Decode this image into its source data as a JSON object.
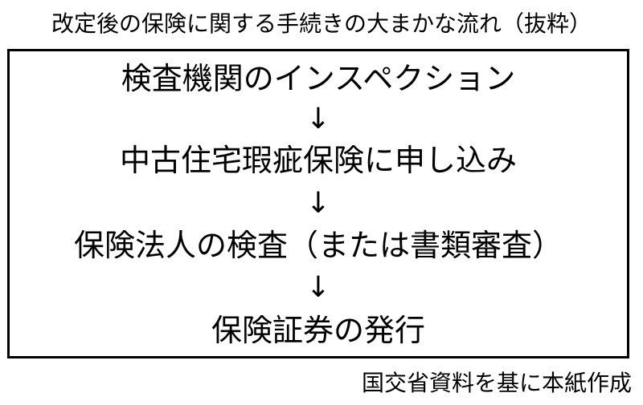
{
  "title": "改定後の保険に関する手続きの大まかな流れ（抜粋）",
  "steps": [
    "検査機関のインスペクション",
    "中古住宅瑕疵保険に申し込み",
    "保険法人の検査（または書類審査）",
    "保険証券の発行"
  ],
  "arrow": "↓",
  "source": "国交省資料を基に本紙作成"
}
